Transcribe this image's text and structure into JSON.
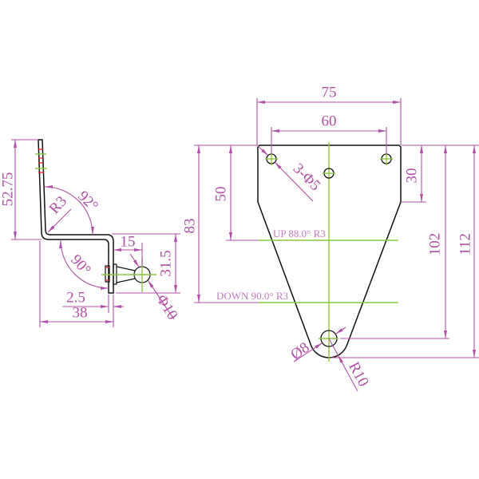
{
  "colors": {
    "dimension": "#B04FA6",
    "note": "#C27BC0",
    "outline": "#111111",
    "centerline": "#8CC63F",
    "mark": "#E8201E"
  },
  "side_view": {
    "height": "52.75",
    "bend_radius": "R3",
    "upper_angle": "92°",
    "lower_angle": "90°",
    "stud_offset": "15",
    "drop": "31.5",
    "ball_diameter": "Φ10",
    "thickness": "2.5",
    "width": "38"
  },
  "plate_view": {
    "overall_width": "75",
    "hole_spacing": "60",
    "hole_callout": "3-Φ5",
    "straight_edge": "30",
    "up_bend_offset": "50",
    "down_bend_offset": "83",
    "pivot_hole_offset": "102",
    "overall_length": "112",
    "pivot_hole": "Ø8",
    "end_radius": "R10",
    "up_bend_note": "UP 88.0° R3",
    "down_bend_note": "DOWN 90.0° R3"
  }
}
